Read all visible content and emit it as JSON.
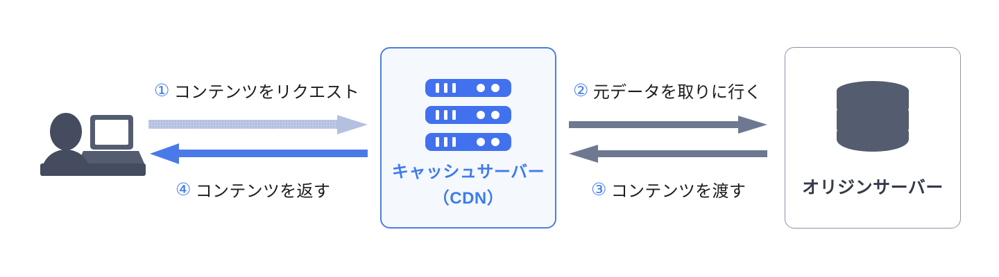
{
  "diagram": {
    "title": "CDN content delivery flow",
    "background": "#ffffff",
    "colors": {
      "accent_blue": "#3f7bf0",
      "arrow_blue": "#4a7ae8",
      "arrow_light_blue": "#b4c0e0",
      "arrow_gray": "#6e7891",
      "icon_slate": "#545c70",
      "cdn_box_border": "#4a7fe0",
      "cdn_box_fill": "#f5f9fe",
      "origin_box_border": "#8b93a7",
      "text_dark": "#1c1c1c"
    }
  },
  "nodes": {
    "client": {
      "icon": "person-with-laptop-icon",
      "label": ""
    },
    "cache_server": {
      "icon": "server-racks-icon",
      "label_line1": "キャッシュサーバー",
      "label_line2": "（CDN）"
    },
    "origin_server": {
      "icon": "database-cylinder-icon",
      "label": "オリジンサーバー"
    }
  },
  "flows": [
    {
      "number": "①",
      "text": "コンテンツをリクエスト",
      "direction": "right",
      "style": "dotted-light-blue",
      "from": "client",
      "to": "cache_server"
    },
    {
      "number": "④",
      "text": "コンテンツを返す",
      "direction": "left",
      "style": "solid-blue",
      "from": "cache_server",
      "to": "client"
    },
    {
      "number": "②",
      "text": "元データを取りに行く",
      "direction": "right",
      "style": "solid-gray",
      "from": "cache_server",
      "to": "origin_server"
    },
    {
      "number": "③",
      "text": "コンテンツを渡す",
      "direction": "left",
      "style": "solid-gray",
      "from": "origin_server",
      "to": "cache_server"
    }
  ]
}
